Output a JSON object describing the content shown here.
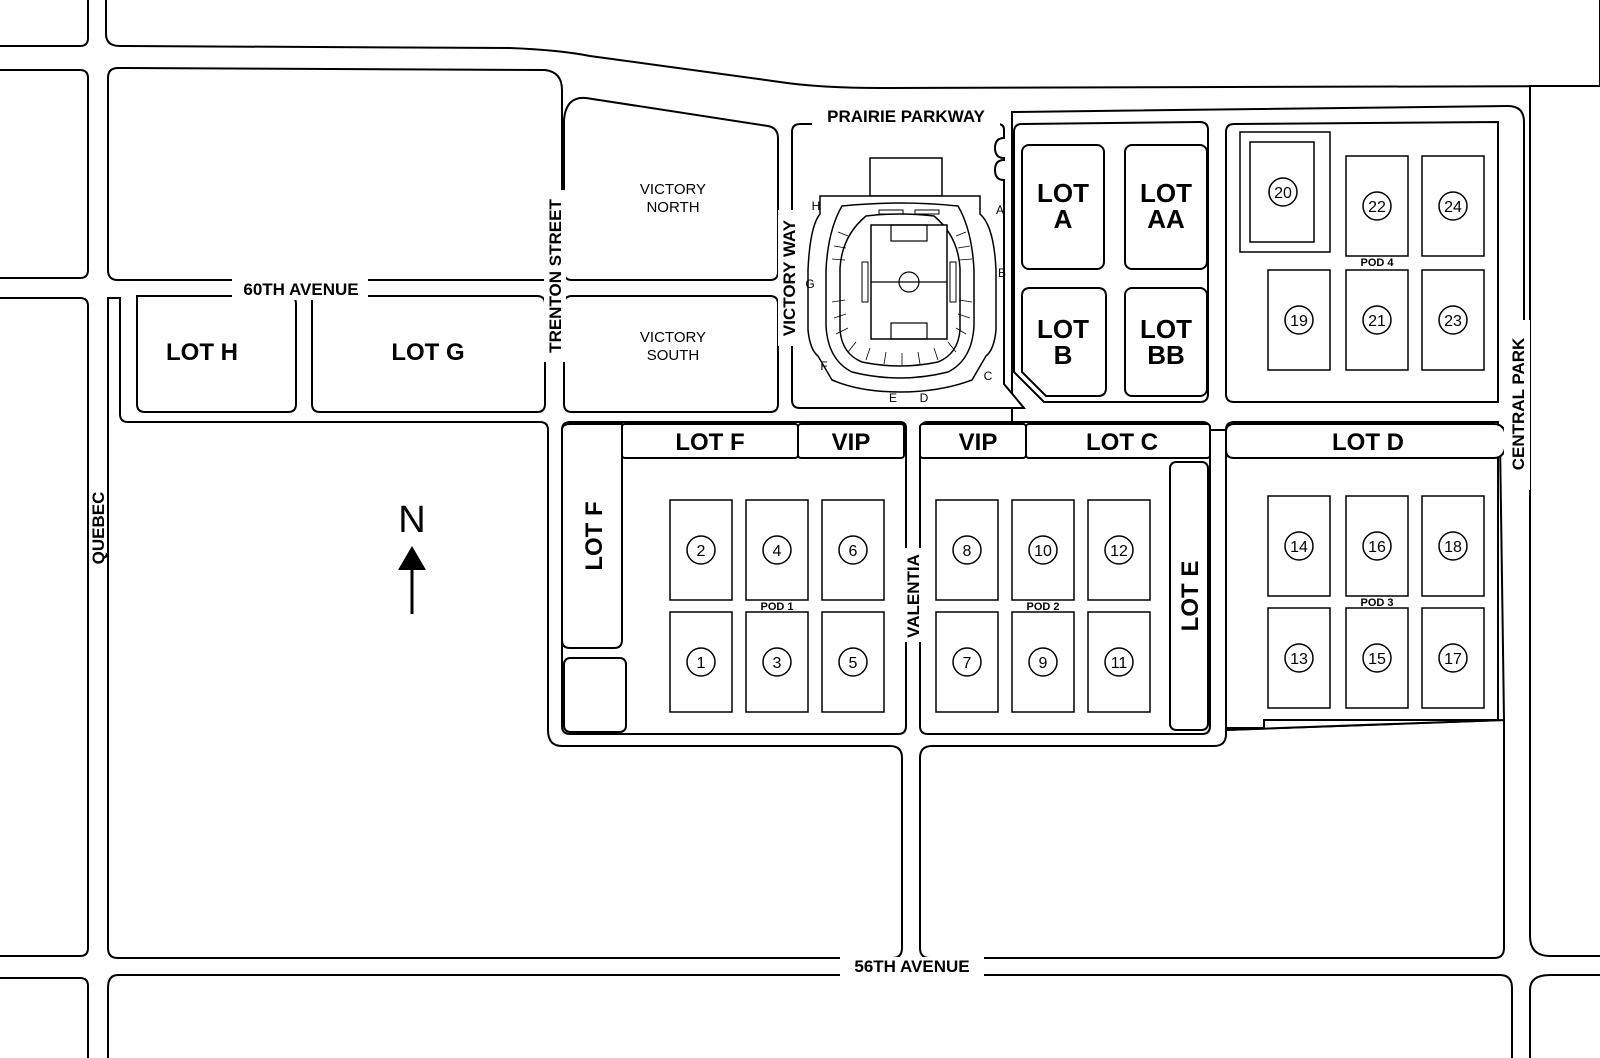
{
  "roads": {
    "prairie_parkway": "PRAIRIE PARKWAY",
    "sixtieth_avenue": "60TH AVENUE",
    "trenton_street": "TRENTON STREET",
    "victory_way": "VICTORY WAY",
    "valentia": "VALENTIA",
    "quebec": "QUEBEC",
    "central_park": "CENTRAL PARK",
    "fiftysixth_avenue": "56TH AVENUE"
  },
  "areas": {
    "victory_north_line1": "VICTORY",
    "victory_north_line2": "NORTH",
    "victory_south_line1": "VICTORY",
    "victory_south_line2": "SOUTH"
  },
  "lots": {
    "lot_h": "LOT H",
    "lot_g": "LOT G",
    "lot_a_line1": "LOT",
    "lot_a_line2": "A",
    "lot_aa_line1": "LOT",
    "lot_aa_line2": "AA",
    "lot_b_line1": "LOT",
    "lot_b_line2": "B",
    "lot_bb_line1": "LOT",
    "lot_bb_line2": "BB",
    "lot_f_top": "LOT F",
    "lot_f_side": "LOT F",
    "vip_left": "VIP",
    "vip_right": "VIP",
    "lot_c": "LOT C",
    "lot_d": "LOT D",
    "lot_e": "LOT E"
  },
  "pods": {
    "pod1": "POD 1",
    "pod2": "POD 2",
    "pod3": "POD 3",
    "pod4": "POD 4"
  },
  "fields": {
    "f1": "1",
    "f2": "2",
    "f3": "3",
    "f4": "4",
    "f5": "5",
    "f6": "6",
    "f7": "7",
    "f8": "8",
    "f9": "9",
    "f10": "10",
    "f11": "11",
    "f12": "12",
    "f13": "13",
    "f14": "14",
    "f15": "15",
    "f16": "16",
    "f17": "17",
    "f18": "18",
    "f19": "19",
    "f20": "20",
    "f21": "21",
    "f22": "22",
    "f23": "23",
    "f24": "24"
  },
  "gates": {
    "a": "A",
    "b": "B",
    "c": "C",
    "d": "D",
    "e": "E",
    "f": "F",
    "g": "G",
    "h": "H"
  },
  "compass": {
    "north": "N"
  }
}
